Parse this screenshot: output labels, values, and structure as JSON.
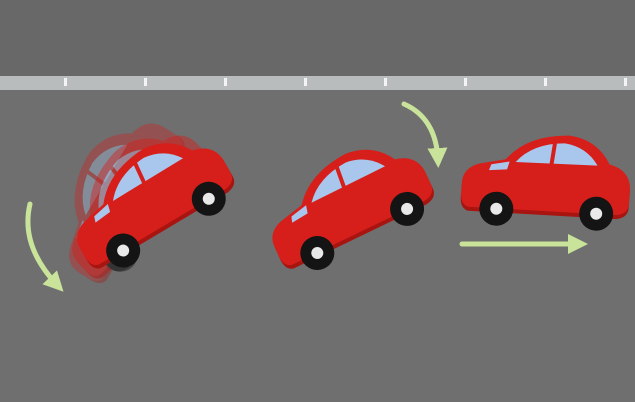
{
  "scene": {
    "kind": "car-spin-stages",
    "road_color": "#6f6f6f",
    "top_band_color": "#686868",
    "guardrail_color": "#b9bcbc",
    "arrow_color": "#c9e49a",
    "car_body_color": "#d61f1b",
    "car_shadow_color": "#a81410",
    "window_color": "#a9c7ec",
    "tire_color": "#141414",
    "hub_color": "#e9e9e9",
    "ghost_car_color": "#c8553f"
  },
  "stages": [
    {
      "id": "spin-start",
      "arrow": "curved-down-arrow",
      "ghost_trail": true
    },
    {
      "id": "spin-mid",
      "arrow": "curved-down-arrow",
      "ghost_trail": false
    },
    {
      "id": "drive-away",
      "arrow": "straight-right-arrow",
      "ghost_trail": false
    }
  ]
}
